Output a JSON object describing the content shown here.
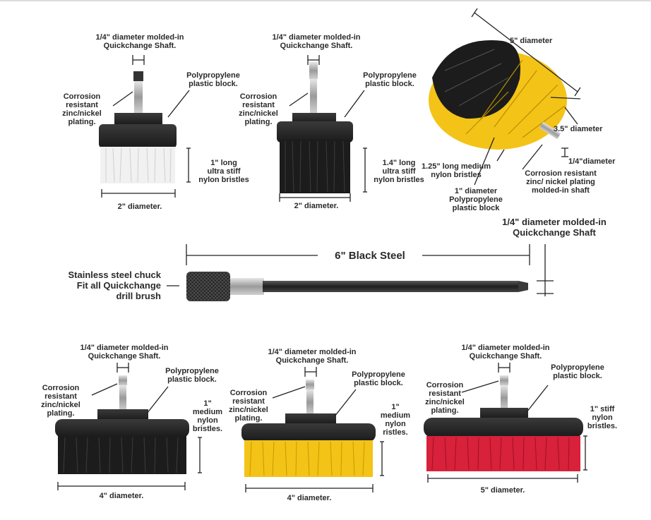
{
  "brush_tl": {
    "shaft": "1/4\" diameter molded-in\nQuickchange Shaft.",
    "block": "Polypropylene\nplastic block.",
    "corrosion": "Corrosion\nresistant\nzinc/nickel\nplating.",
    "bristles": "1\" long\nultra stiff\nnylon bristles",
    "diameter": "2\" diameter."
  },
  "brush_tm": {
    "shaft": "1/4\" diameter molded-in\nQuickchange Shaft.",
    "block": "Polypropylene\nplastic block.",
    "corrosion": "Corrosion\nresistant\nzinc/nickel\nplating.",
    "bristles": "1.4\" long\nultra stiff\nnylon bristles",
    "diameter": "2\" diameter."
  },
  "brush_tr": {
    "diameter_5": "5\" diameter",
    "diameter_35": "3.5\" diameter",
    "diameter_14": "1/4\"diameter",
    "bristles": "1.25\" long medium\nnylon bristles",
    "corrosion": "Corrosion resistant\nzinc/ nickel plating\nmolded-in shaft",
    "block": "1\" diameter\nPolypropylene\nplastic block"
  },
  "extension": {
    "shaft": "1/4\" diameter molded-in\nQuickchange Shaft",
    "length": "6\" Black Steel",
    "chuck": "Stainless steel chuck\nFit all Quickchange\ndrill brush"
  },
  "brush_bl": {
    "shaft": "1/4\" diameter molded-in\nQuickchange Shaft.",
    "block": "Polypropylene\nplastic block.",
    "corrosion": "Corrosion\nresistant\nzinc/nickel\nplating.",
    "bristles": "1\"\nmedium\nnylon\nbristles.",
    "diameter": "4\" diameter."
  },
  "brush_bm": {
    "shaft": "1/4\" diameter molded-in\nQuickchange Shaft.",
    "block": "Polypropylene\nplastic block.",
    "corrosion": "Corrosion\nresistant\nzinc/nickel\nplating.",
    "bristles": "1\"\nmedium\nnylon\nristles.",
    "diameter": "4\" diameter."
  },
  "brush_br": {
    "shaft": "1/4\" diameter molded-in\nQuickchange Shaft.",
    "block": "Polypropylene\nplastic block.",
    "corrosion": "Corrosion\nresistant\nzinc/nickel\nplating.",
    "bristles": "1\" stiff\nnylon\nbristles.",
    "diameter": "5\" diameter."
  },
  "colors": {
    "white_bristle": "#f1f1f1",
    "black_bristle": "#1c1c1c",
    "yellow_bristle": "#f3c318",
    "red_bristle": "#d8213a",
    "block": "#2a2a2a",
    "steel": "#b8b8b8"
  }
}
